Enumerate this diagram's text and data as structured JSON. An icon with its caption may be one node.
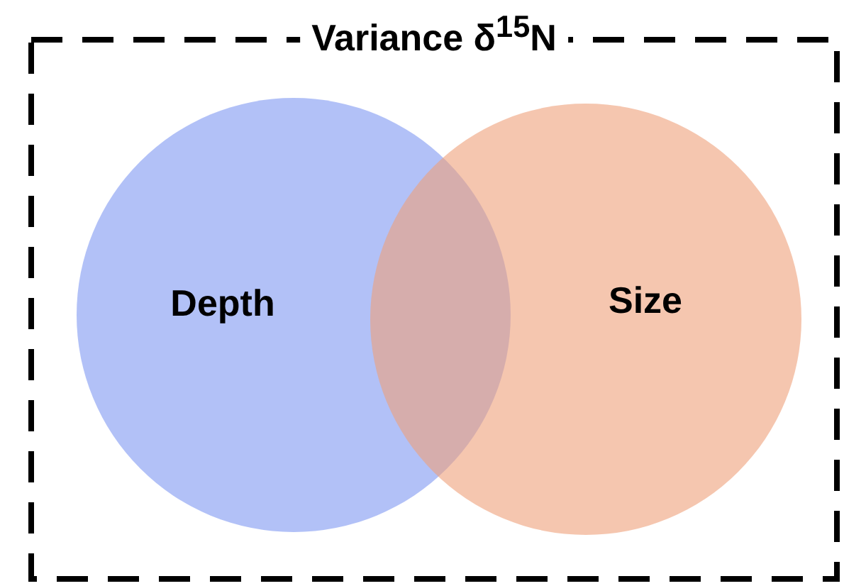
{
  "diagram": {
    "nodes": [
      {
        "text": [
          "Variance δ$^{15}$N"
        ]
      },
      {
        "text": [
          "Depth"
        ],
        "in": 0
      },
      {
        "text": [
          "Size"
        ],
        "in": 0
      }
    ]
  }
}
